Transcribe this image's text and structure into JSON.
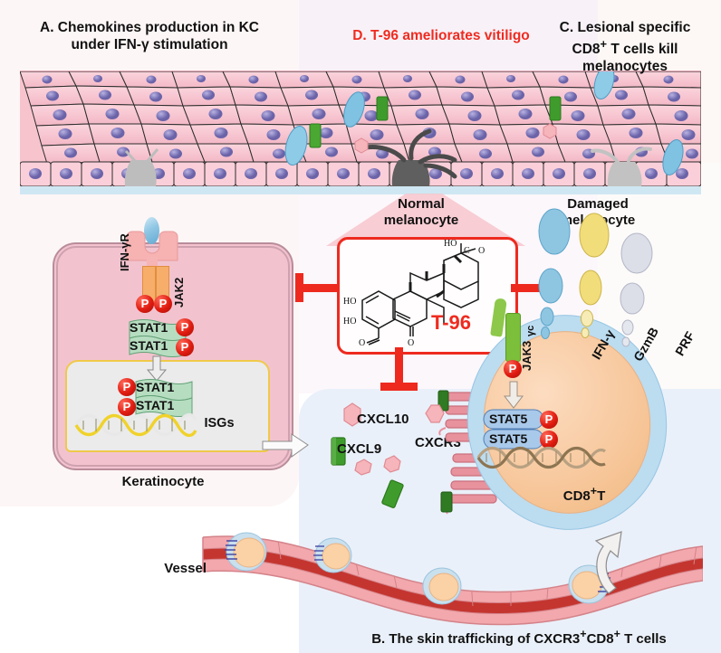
{
  "figure": {
    "panels": {
      "a_title": "A. Chemokines production in KC\nunder IFN-γ stimulation",
      "a_title_line1": "A. Chemokines production in KC",
      "a_title_line2": "under IFN-γ stimulation",
      "d_title": "D. T-96 ameliorates vitiligo",
      "c_title_line1": "C. Lesional specific",
      "c_title_line2_pre": "CD8",
      "c_title_line2_sup": "+",
      "c_title_line2_post": " T cells kill melanocytes",
      "b_title_pre": "B. The skin trafficking of CXCR3",
      "b_title_sup1": "+",
      "b_title_mid": "CD8",
      "b_title_sup2": "+",
      "b_title_post": " T cells"
    },
    "labels": {
      "normal_melanocyte_l1": "Normal",
      "normal_melanocyte_l2": "melanocyte",
      "damaged_melanocyte_l1": "Damaged",
      "damaged_melanocyte_l2": "melanocyte",
      "keratinocyte": "Keratinocyte",
      "vessel": "Vessel",
      "cd8t_pre": "CD8",
      "cd8t_sup": "+",
      "cd8t_post": "T",
      "isgs": "ISGs",
      "cxcl10": "CXCL10",
      "cxcl9": "CXCL9",
      "cxcr3": "CXCR3",
      "ifngr": "IFN-γR",
      "jak2": "JAK2",
      "jak3": "JAK3",
      "gamma_c": "γc",
      "ifng": "IFN-γ",
      "gzmb": "GzmB",
      "prf": "PRF",
      "stat1": "STAT1",
      "stat5": "STAT5",
      "phospho": "P",
      "drug_name": "T-96"
    },
    "molecule": {
      "name": "T-96",
      "atom_labels": [
        "HO",
        "C",
        "O",
        "HO",
        "HO",
        "O",
        "O"
      ],
      "hydroxyl_upper": "HO",
      "carbonyl_c": "C",
      "carbonyl_o": "O",
      "hydroxyl_left_1": "HO",
      "hydroxyl_left_2": "HO",
      "aldehyde_o": "O",
      "ketone_o": "O"
    },
    "colors": {
      "accent_red": "#ee2a1f",
      "keratinocyte_fill": "#f2c3cf",
      "tcell_membrane": "#bcdcf0",
      "tcell_cytoplasm": "#f7c79b",
      "stat1_green": "#b7ddc1",
      "stat5_blue": "#a9c9ea",
      "jak2_orange": "#f6ae6a",
      "jak3_green": "#7bbf3a",
      "phospho_red": "#e01b10",
      "nucleus_yellow_border": "#f0c94a",
      "vessel_red": "#c4352f",
      "epidermis_pink": "#f6c0cb",
      "panel_b_bg": "#eaf0f9",
      "panel_d_bg": "#f8f2f8",
      "panel_a_bg": "#fdf6f6"
    }
  }
}
